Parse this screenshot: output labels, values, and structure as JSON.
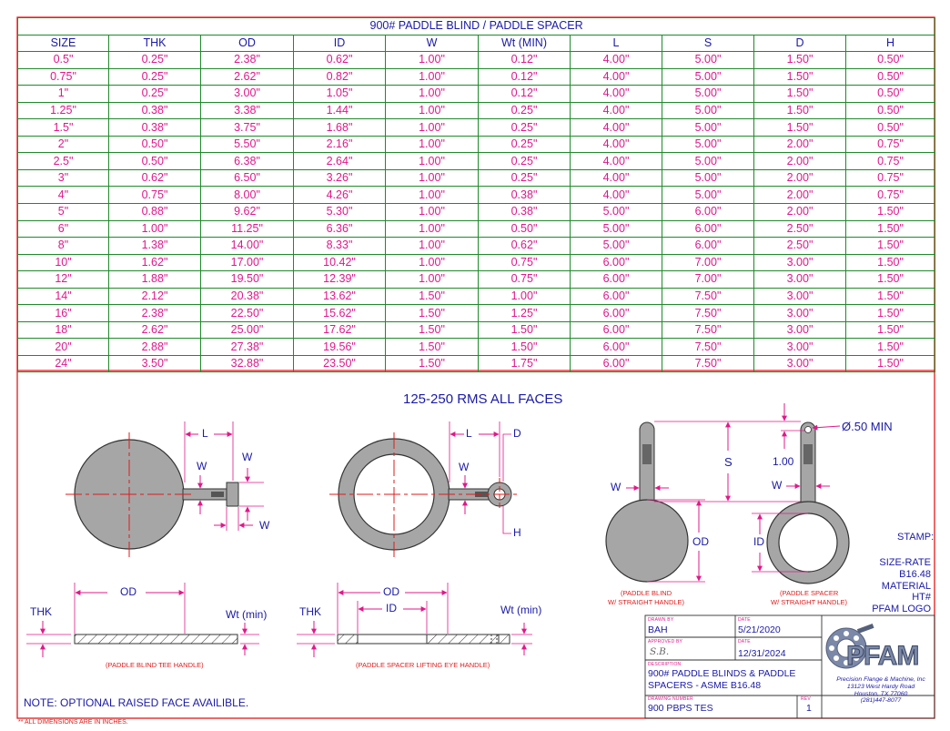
{
  "table": {
    "title": "900# PADDLE BLIND / PADDLE SPACER",
    "headers": [
      "SIZE",
      "THK",
      "OD",
      "ID",
      "W",
      "Wt (MIN)",
      "L",
      "S",
      "D",
      "H"
    ],
    "rows": [
      [
        "0.5\"",
        "0.25\"",
        "2.38\"",
        "0.62\"",
        "1.00\"",
        "0.12\"",
        "4.00\"",
        "5.00\"",
        "1.50\"",
        "0.50\""
      ],
      [
        "0.75\"",
        "0.25\"",
        "2.62\"",
        "0.82\"",
        "1.00\"",
        "0.12\"",
        "4.00\"",
        "5.00\"",
        "1.50\"",
        "0.50\""
      ],
      [
        "1\"",
        "0.25\"",
        "3.00\"",
        "1.05\"",
        "1.00\"",
        "0.12\"",
        "4.00\"",
        "5.00\"",
        "1.50\"",
        "0.50\""
      ],
      [
        "1.25\"",
        "0.38\"",
        "3.38\"",
        "1.44\"",
        "1.00\"",
        "0.25\"",
        "4.00\"",
        "5.00\"",
        "1.50\"",
        "0.50\""
      ],
      [
        "1.5\"",
        "0.38\"",
        "3.75\"",
        "1.68\"",
        "1.00\"",
        "0.25\"",
        "4.00\"",
        "5.00\"",
        "1.50\"",
        "0.50\""
      ],
      [
        "2\"",
        "0.50\"",
        "5.50\"",
        "2.16\"",
        "1.00\"",
        "0.25\"",
        "4.00\"",
        "5.00\"",
        "2.00\"",
        "0.75\""
      ],
      [
        "2.5\"",
        "0.50\"",
        "6.38\"",
        "2.64\"",
        "1.00\"",
        "0.25\"",
        "4.00\"",
        "5.00\"",
        "2.00\"",
        "0.75\""
      ],
      [
        "3\"",
        "0.62\"",
        "6.50\"",
        "3.26\"",
        "1.00\"",
        "0.25\"",
        "4.00\"",
        "5.00\"",
        "2.00\"",
        "0.75\""
      ],
      [
        "4\"",
        "0.75\"",
        "8.00\"",
        "4.26\"",
        "1.00\"",
        "0.38\"",
        "4.00\"",
        "5.00\"",
        "2.00\"",
        "0.75\""
      ],
      [
        "5\"",
        "0.88\"",
        "9.62\"",
        "5.30\"",
        "1.00\"",
        "0.38\"",
        "5.00\"",
        "6.00\"",
        "2.00\"",
        "1.50\""
      ],
      [
        "6\"",
        "1.00\"",
        "11.25\"",
        "6.36\"",
        "1.00\"",
        "0.50\"",
        "5.00\"",
        "6.00\"",
        "2.50\"",
        "1.50\""
      ],
      [
        "8\"",
        "1.38\"",
        "14.00\"",
        "8.33\"",
        "1.00\"",
        "0.62\"",
        "5.00\"",
        "6.00\"",
        "2.50\"",
        "1.50\""
      ],
      [
        "10\"",
        "1.62\"",
        "17.00\"",
        "10.42\"",
        "1.00\"",
        "0.75\"",
        "6.00\"",
        "7.00\"",
        "3.00\"",
        "1.50\""
      ],
      [
        "12\"",
        "1.88\"",
        "19.50\"",
        "12.39\"",
        "1.00\"",
        "0.75\"",
        "6.00\"",
        "7.00\"",
        "3.00\"",
        "1.50\""
      ],
      [
        "14\"",
        "2.12\"",
        "20.38\"",
        "13.62\"",
        "1.50\"",
        "1.00\"",
        "6.00\"",
        "7.50\"",
        "3.00\"",
        "1.50\""
      ],
      [
        "16\"",
        "2.38\"",
        "22.50\"",
        "15.62\"",
        "1.50\"",
        "1.25\"",
        "6.00\"",
        "7.50\"",
        "3.00\"",
        "1.50\""
      ],
      [
        "18\"",
        "2.62\"",
        "25.00\"",
        "17.62\"",
        "1.50\"",
        "1.50\"",
        "6.00\"",
        "7.50\"",
        "3.00\"",
        "1.50\""
      ],
      [
        "20\"",
        "2.88\"",
        "27.38\"",
        "19.56\"",
        "1.50\"",
        "1.50\"",
        "6.00\"",
        "7.50\"",
        "3.00\"",
        "1.50\""
      ],
      [
        "24\"",
        "3.50\"",
        "32.88\"",
        "23.50\"",
        "1.50\"",
        "1.75\"",
        "6.00\"",
        "7.50\"",
        "3.00\"",
        "1.50\""
      ]
    ]
  },
  "drawing": {
    "finish_note": "125-250 RMS ALL FACES",
    "dim_labels": {
      "L": "L",
      "W": "W",
      "D": "D",
      "H": "H",
      "S": "S",
      "OD": "OD",
      "ID": "ID",
      "THK": "THK",
      "WT_MIN": "Wt (min)",
      "one_inch": "1.00",
      "hole": "Ø.50 MIN"
    },
    "captions": {
      "blind_tee": "(PADDLE BLIND TEE HANDLE)",
      "spacer_eye": "(PADDLE SPACER LIFTING EYE HANDLE)",
      "blind_straight_1": "(PADDLE BLIND",
      "blind_straight_2": "W/ STRAIGHT HANDLE)",
      "spacer_straight_1": "(PADDLE SPACER",
      "spacer_straight_2": "W/ STRAIGHT HANDLE)"
    },
    "stamp": {
      "title": "STAMP:",
      "lines": [
        "SIZE-RATE",
        "B16.48",
        "MATERIAL",
        "HT#",
        "PFAM LOGO"
      ]
    },
    "note": "NOTE: OPTIONAL RAISED FACE AVAILIBLE.",
    "footnote": "** ALL DIMENSIONS ARE IN INCHES."
  },
  "title_block": {
    "drawn_by_label": "DRAWN BY",
    "drawn_by": "BAH",
    "date_label": "DATE",
    "drawn_date": "5/21/2020",
    "approved_by_label": "APPROVED BY",
    "approved_by": "S.B.",
    "approved_date": "12/31/2024",
    "description_label": "DESCRIPTION",
    "description_1": "900# PADDLE BLINDS & PADDLE",
    "description_2": "SPACERS - ASME B16.48",
    "drawing_number_label": "DRAWING NUMBER",
    "drawing_number": "900 PBPS TES",
    "rev_label": "REV",
    "rev": "1"
  },
  "company": {
    "logo_text": "PFAM",
    "name": "Precision Flange & Machine, Inc",
    "address_1": "13123 West Hardy Road",
    "address_2": "Houston, TX 77060",
    "phone": "(281)447-8077"
  },
  "colors": {
    "border": "#e01a1a",
    "grid": "#1f8a2a",
    "header_text": "#1a1aa8",
    "value_text": "#e0188a",
    "dimension": "#e0188a",
    "part_fill": "#a6a6a6"
  }
}
